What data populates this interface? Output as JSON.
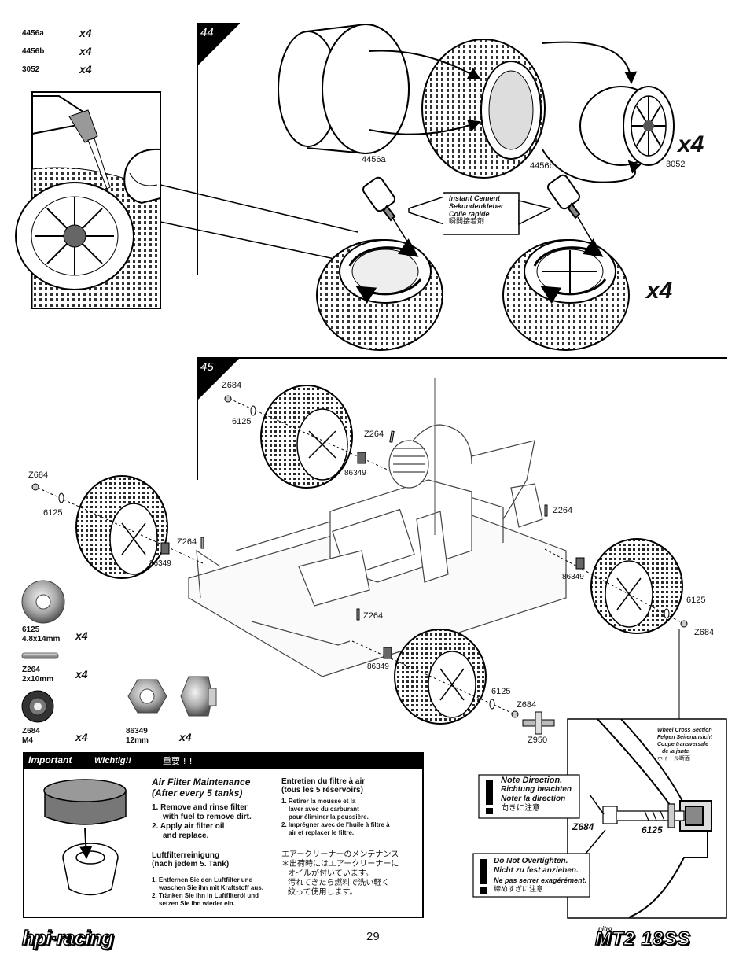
{
  "parts_list_44": [
    {
      "part": "4456a",
      "qty": "x4"
    },
    {
      "part": "4456b",
      "qty": "x4"
    },
    {
      "part": "3052",
      "qty": "x4"
    }
  ],
  "step44": {
    "number": "44",
    "multiplier": "x4",
    "multiplier2": "x4",
    "labels": {
      "foam": "4456a",
      "tire": "4456b",
      "wheel": "3052"
    },
    "glue_callout": [
      "Instant Cement",
      "Sekundenkleber",
      "Colle rapide",
      "瞬間接着剤"
    ]
  },
  "step45": {
    "number": "45",
    "labels": {
      "tl_nut": "Z684",
      "tl_washer": "6125",
      "tl_pin": "Z264",
      "tl_hex": "86349",
      "ml_nut": "Z684",
      "ml_washer": "6125",
      "ml_pin": "Z264",
      "ml_hex": "86349",
      "fr_pin": "Z264",
      "fr_hex": "86349",
      "fr_washer": "6125",
      "fr_nut": "Z684",
      "bm_pin": "Z264",
      "bm_hex": "86349",
      "bm_washer": "6125",
      "bm_nut": "Z684",
      "wrench": "Z950"
    }
  },
  "parts_list_45": [
    {
      "part": "6125",
      "desc": "4.8x14mm",
      "qty": "x4"
    },
    {
      "part": "Z264",
      "desc": "2x10mm",
      "qty": "x4"
    },
    {
      "part": "Z684",
      "desc": "M4",
      "qty": "x4"
    },
    {
      "part": "86349",
      "desc": "12mm",
      "qty": "x4"
    }
  ],
  "important": {
    "tab1": "Important",
    "tab2": "Wichtig!!",
    "tab3": "重要 ! !",
    "en_title": [
      "Air Filter Maintenance",
      "(After every 5 tanks)"
    ],
    "en_steps": [
      "1. Remove and rinse filter",
      "with fuel to remove dirt.",
      "2. Apply air filter oil",
      "and replace."
    ],
    "de_title": [
      "Luftfilterreinigung",
      "(nach jedem 5. Tank)"
    ],
    "de_steps": [
      "1. Entfernen Sie den Luftfilter und",
      "waschen Sie ihn mit Kraftstoff aus.",
      "2. Tränken Sie ihn in Luftfilteröl und",
      "setzen Sie ihn wieder ein."
    ],
    "fr_title": [
      "Entretien du filtre à air",
      "(tous les 5 réservoirs)"
    ],
    "fr_steps": [
      "1. Retirer la mousse et la",
      "laver avec du carburant",
      "pour éliminer la poussière.",
      "2. Imprégner avec de l'huile à filtre à",
      "air et replacer le filtre."
    ],
    "ja_title": "エアークリーナーのメンテナンス",
    "ja_steps": [
      "＊出荷時にはエアークリーナーに",
      "オイルが付いています。",
      "汚れてきたら燃料で洗い軽く",
      "絞って使用します。"
    ]
  },
  "wheel_cross": {
    "title": [
      "Wheel Cross Section",
      "Felgen Seitenansicht",
      "Coupe transversale",
      "de la jante",
      "ホイール断面"
    ],
    "note1": [
      "Note Direction.",
      "Richtung beachten",
      "Noter la direction",
      "向きに注意"
    ],
    "note2": [
      "Do Not Overtighten.",
      "Nicht zu fest anziehen.",
      "Ne pas serrer exagérément.",
      "締めすぎに注意"
    ],
    "label_nut": "Z684",
    "label_washer": "6125"
  },
  "footer": {
    "page_number": "29",
    "brand_left": "hpi·racing",
    "brand_right_small": "nitro",
    "brand_right": "MT2 18SS"
  }
}
